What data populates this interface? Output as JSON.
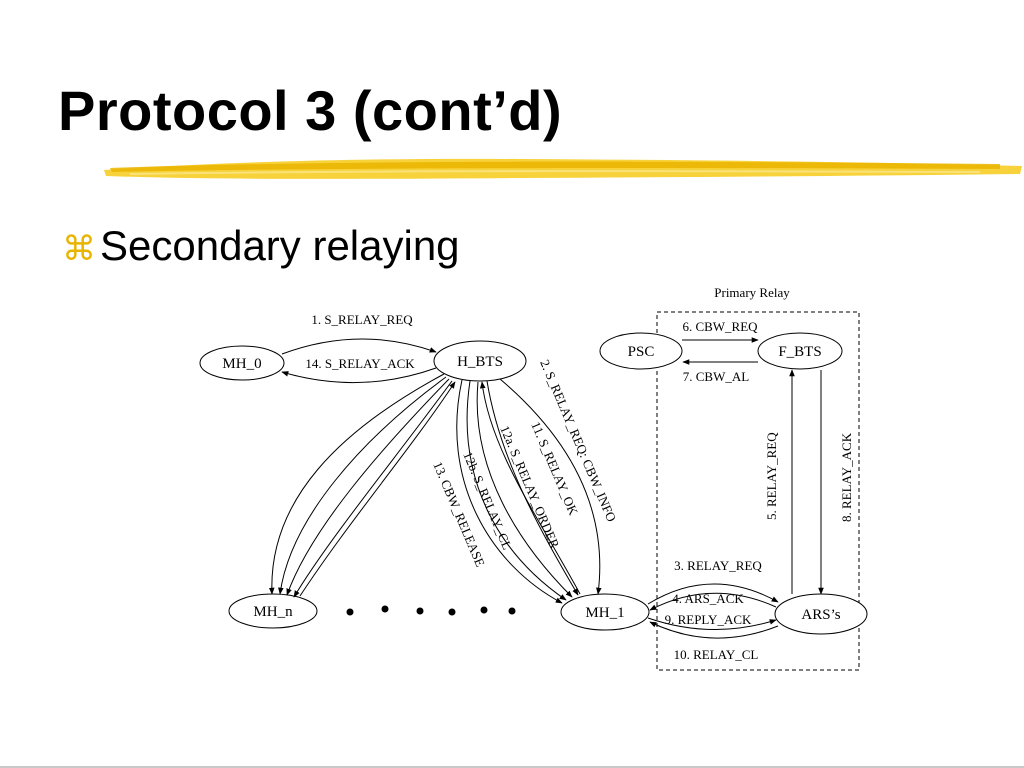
{
  "slide": {
    "title": "Protocol 3 (cont’d)",
    "bullet_icon": "command-key-icon",
    "bullet_text": "Secondary relaying",
    "accent_color": "#f2c200"
  },
  "diagram": {
    "region_label": "Primary Relay",
    "nodes": {
      "mh0": "MH_0",
      "hbts": "H_BTS",
      "psc": "PSC",
      "fbts": "F_BTS",
      "mhn": "MH_n",
      "mh1": "MH_1",
      "ars": "ARS’s"
    },
    "messages": {
      "m1": "1. S_RELAY_REQ",
      "m14": "14. S_RELAY_ACK",
      "m2": "2. S_RELAY_REQ: CBW_INFO",
      "m11": "11. S_RELAY_OK",
      "m12a": "12a. S_RELAY_ORDER",
      "m12b": "12b. S_RELAY_CL",
      "m13": "13. CBW_RELEASE",
      "m6": "6. CBW_REQ",
      "m7": "7. CBW_AL",
      "m5": "5. RELAY_REQ",
      "m8": "8. RELAY_ACK",
      "m3": "3. RELAY_REQ",
      "m4": "4. ARS_ACK",
      "m9": "9. REPLY_ACK",
      "m10": "10. RELAY_CL"
    }
  }
}
